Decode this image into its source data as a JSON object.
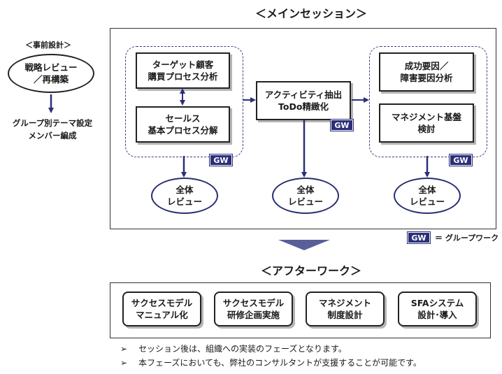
{
  "main_session": {
    "title": "＜メインセッション＞",
    "box_target": [
      "ターゲット顧客",
      "購買プロセス分析"
    ],
    "box_sales": [
      "セールス",
      "基本プロセス分解"
    ],
    "box_activity": [
      "アクティビティ抽出",
      "ToDo精緻化"
    ],
    "box_success": [
      "成功要因／",
      "障害要因分析"
    ],
    "box_mgmt": [
      "マネジメント基盤",
      "検討"
    ],
    "review": [
      "全体",
      "レビュー"
    ],
    "gw_label": "GW"
  },
  "pre_design": {
    "title": "＜事前設計＞",
    "box": [
      "戦略レビュー",
      "／再構築"
    ],
    "caption": [
      "グループ別テーマ設定",
      "メンバー編成"
    ]
  },
  "legend": {
    "gw": "GW",
    "text": "＝ グループワーク"
  },
  "after_work": {
    "title": "＜アフターワーク＞",
    "items": [
      [
        "サクセスモデル",
        "マニュアル化"
      ],
      [
        "サクセスモデル",
        "研修企画実施"
      ],
      [
        "マネジメント",
        "制度設計"
      ],
      [
        "SFAシステム",
        "設計･導入"
      ]
    ]
  },
  "notes": {
    "marker": "➢",
    "lines": [
      "セッション後は、組織への実装のフェーズとなります。",
      "本フェーズにおいても、弊社のコンサルタントが支援することが可能です。"
    ]
  },
  "colors": {
    "navy": "#2b2f78",
    "dash": "#3a3f7a"
  }
}
